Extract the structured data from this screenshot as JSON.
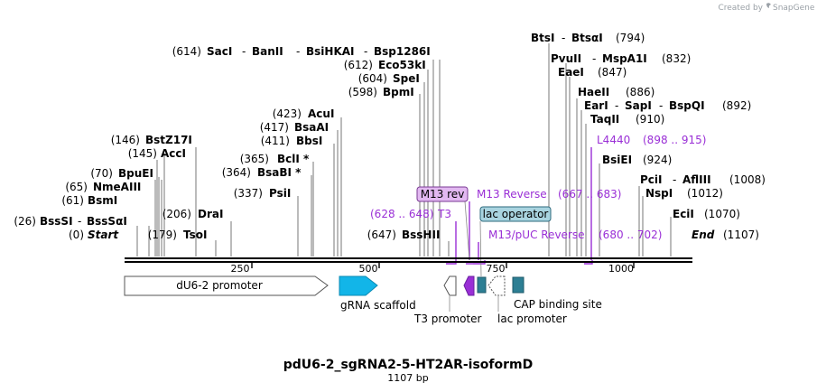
{
  "brand": {
    "prefix": "Created by",
    "name": "SnapGene"
  },
  "sequence": {
    "name": "pdU6-2_sgRNA2-5-HT2AR-isoformD",
    "length_label": "1107 bp",
    "length": 1107
  },
  "scale_ticks": [
    "250",
    "500",
    "750",
    "1000"
  ],
  "start_label": "Start",
  "start_pos": "(0)",
  "end_label": "End",
  "end_pos": "(1107)",
  "sites": [
    {
      "pos": "(26)",
      "names": [
        "BssSI",
        "BssSαI"
      ]
    },
    {
      "pos": "(61)",
      "names": [
        "BsmI"
      ]
    },
    {
      "pos": "(65)",
      "names": [
        "NmeAIII"
      ]
    },
    {
      "pos": "(70)",
      "names": [
        "BpuEI"
      ]
    },
    {
      "pos": "(145)",
      "names": [
        "AccI"
      ]
    },
    {
      "pos": "(146)",
      "names": [
        "BstZ17I"
      ]
    },
    {
      "pos": "(179)",
      "names": [
        "TsoI"
      ]
    },
    {
      "pos": "(206)",
      "names": [
        "DraI"
      ]
    },
    {
      "pos": "(337)",
      "names": [
        "PsiI"
      ]
    },
    {
      "pos": "(364)",
      "names": [
        "BsaBI *"
      ]
    },
    {
      "pos": "(365)",
      "names": [
        "BclI *"
      ]
    },
    {
      "pos": "(411)",
      "names": [
        "BbsI"
      ]
    },
    {
      "pos": "(417)",
      "names": [
        "BsaAI"
      ]
    },
    {
      "pos": "(423)",
      "names": [
        "AcuI"
      ]
    },
    {
      "pos": "(598)",
      "names": [
        "BpmI"
      ]
    },
    {
      "pos": "(604)",
      "names": [
        "SpeI"
      ]
    },
    {
      "pos": "(612)",
      "names": [
        "Eco53kI"
      ]
    },
    {
      "pos": "(614)",
      "names": [
        "SacI",
        "BanII",
        "BsiHKAI",
        "Bsp1286I"
      ]
    },
    {
      "pos": "(647)",
      "names": [
        "BssHII"
      ]
    },
    {
      "pos": "(794)",
      "names": [
        "BtsI",
        "BtsαI"
      ]
    },
    {
      "pos": "(832)",
      "names": [
        "PvuII",
        "MspA1I"
      ]
    },
    {
      "pos": "(847)",
      "names": [
        "EaeI"
      ]
    },
    {
      "pos": "(886)",
      "names": [
        "HaeII"
      ]
    },
    {
      "pos": "(892)",
      "names": [
        "EarI",
        "SapI",
        "BspQI"
      ]
    },
    {
      "pos": "(910)",
      "names": [
        "TaqII"
      ]
    },
    {
      "pos": "(924)",
      "names": [
        "BsiEI"
      ]
    },
    {
      "pos": "(1008)",
      "names": [
        "PciI",
        "AflIII"
      ]
    },
    {
      "pos": "(1012)",
      "names": [
        "NspI"
      ]
    },
    {
      "pos": "(1070)",
      "names": [
        "EciI"
      ]
    }
  ],
  "primers": [
    {
      "name": "L4440",
      "range": "(898 .. 915)"
    },
    {
      "name": "M13 Reverse",
      "range": "(667 .. 683)"
    },
    {
      "name": "T3",
      "range": "(628 .. 648)"
    },
    {
      "name": "M13/pUC Reverse",
      "range": "(680 .. 702)"
    }
  ],
  "feature_tags": {
    "m13rev": "M13 rev",
    "lacop": "lac operator"
  },
  "features": {
    "du6": "dU6-2 promoter",
    "grna": "gRNA scaffold",
    "t3": "T3 promoter",
    "lac": "lac promoter",
    "cap": "CAP binding site"
  },
  "colors": {
    "primer": "#9a2fd6",
    "grna": "#12b5e8",
    "cap": "#2d7f94",
    "m13tag": "#e2b8f1",
    "lactag": "#a9d4e0",
    "backbone": "#000000"
  }
}
